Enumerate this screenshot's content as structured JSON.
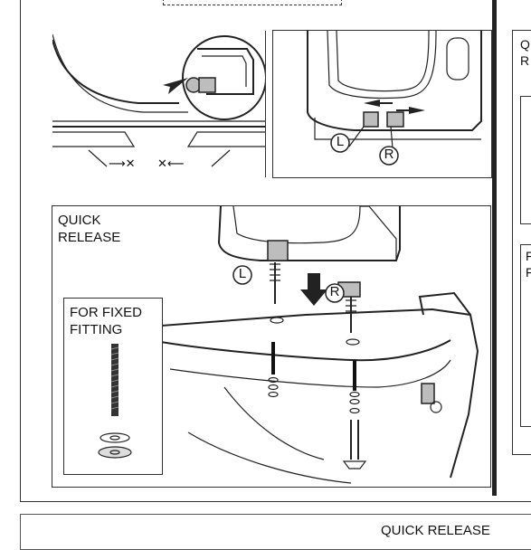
{
  "panels": {
    "quick_release_title": "QUICK\nRELEASE",
    "fixed_fitting_title": "FOR FIXED\nFITTING",
    "side_label_partial": "Q\nR",
    "side_label_partial_2": "F\nF",
    "bottom_heading_partial": "QUICK RELEASE"
  },
  "markers": {
    "left": "L",
    "right": "R"
  },
  "icons": [
    "arrow-left-icon",
    "arrow-right-icon",
    "arrow-down-icon",
    "no-tool-icon"
  ]
}
